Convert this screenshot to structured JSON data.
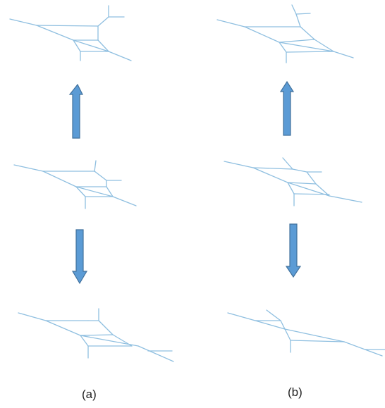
{
  "colors": {
    "line": "#8fbfe0",
    "arrow_fill": "#5b9bd5",
    "arrow_stroke": "#41719c",
    "label_text": "#222222"
  },
  "labels": {
    "panel_a": "(a)",
    "panel_b": "(b)"
  },
  "arrows": {
    "panel_a_top": "up",
    "panel_a_bottom": "down",
    "panel_b_top": "up",
    "panel_b_bottom": "down"
  }
}
